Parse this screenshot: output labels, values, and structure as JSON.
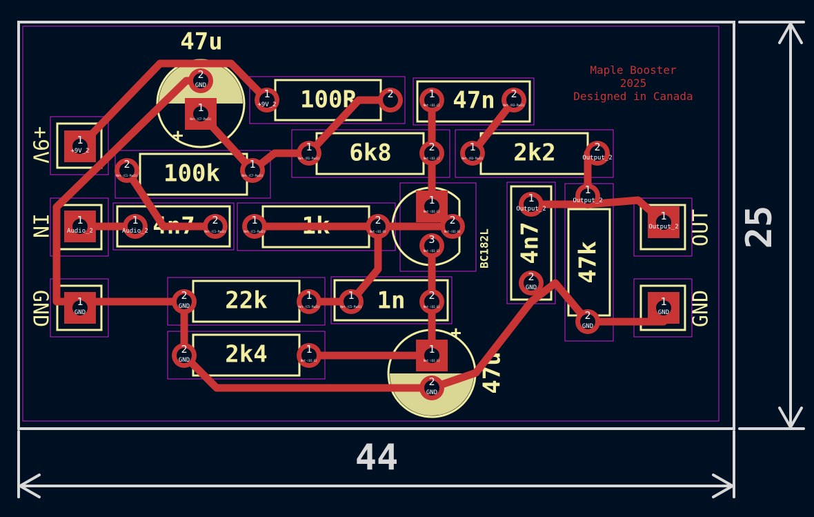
{
  "board": {
    "notes": [
      "Maple Booster",
      "2025",
      "Designed in Canada"
    ],
    "dim_width": "44",
    "dim_height": "25"
  },
  "connector_labels": {
    "v9": "+9V",
    "in": "IN",
    "gnd_left": "GND",
    "out": "OUT",
    "gnd_right": "GND"
  },
  "components": {
    "c_top": "47u",
    "r_100r": "100R",
    "c_47n": "47n",
    "r_6k8": "6k8",
    "r_2k2": "2k2",
    "r_100k": "100k",
    "c_4n7_h": "4n7",
    "r_1k": "1k",
    "transistor": "BC182L",
    "c_4n7_v": "4n7",
    "r_47k": "47k",
    "r_22k": "22k",
    "c_1n": "1n",
    "r_2k4": "2k4",
    "c_bottom": "47u"
  },
  "pads": {
    "j9v": {
      "num": "1",
      "net": "+9V_2"
    },
    "jin": {
      "num": "1",
      "net": "Audio_2"
    },
    "jgnd_l": {
      "num": "1",
      "net": "GND"
    },
    "jout": {
      "num": "1",
      "net": "Output_2"
    },
    "jgnd_r": {
      "num": "1",
      "net": "GND"
    },
    "ctop_2": {
      "num": "2",
      "net": "GND"
    },
    "ctop_1": {
      "num": "1",
      "net": "Net-(C7-Pad1)"
    },
    "r100_1": {
      "num": "1",
      "net": "+9V_2"
    },
    "r100_2": {
      "num": "2",
      "net": ""
    },
    "c47n_1": {
      "num": "1",
      "net": "Net-(Q1-C)"
    },
    "c47n_2": {
      "num": "2",
      "net": "Net-(R3-Pad1)"
    },
    "r6k8_1": {
      "num": "1",
      "net": "Net-(R1-Pad1)"
    },
    "r6k8_2": {
      "num": "2",
      "net": "Net-(Q1-C)"
    },
    "r2k2_1": {
      "num": "1",
      "net": "Net-(R3-Pad1)"
    },
    "r2k2_2": {
      "num": "2",
      "net": "Output_2"
    },
    "r100k_2": {
      "num": "2",
      "net": "Net-(C1-Pad1)"
    },
    "r100k_1": {
      "num": "1",
      "net": "Net-(C7-Pad1)"
    },
    "c4n7_1": {
      "num": "1",
      "net": "Audio_2"
    },
    "c4n7_2": {
      "num": "2",
      "net": "Net-(C1-Pad2)"
    },
    "r1k_1": {
      "num": "1",
      "net": "Net-(C1-Pad2)"
    },
    "r1k_2": {
      "num": "2",
      "net": "Net-(Q1-B)"
    },
    "q_1": {
      "num": "1",
      "net": "Net-(Q1-C)"
    },
    "q_2": {
      "num": "2",
      "net": "Net-(Q1-B)"
    },
    "q_3": {
      "num": "3",
      "net": "Net-(Q1-E)"
    },
    "c4n7v_1": {
      "num": "1",
      "net": "Output_2"
    },
    "c4n7v_2": {
      "num": "2",
      "net": "GND"
    },
    "r47k_1": {
      "num": "1",
      "net": "Output_2"
    },
    "r47k_2": {
      "num": "2",
      "net": "GND"
    },
    "r22k_2": {
      "num": "2",
      "net": "GND"
    },
    "r22k_1": {
      "num": "1",
      "net": "Net-(C5-Pad1)"
    },
    "c1n_1": {
      "num": "1",
      "net": "Net-(C5-Pad1)"
    },
    "c1n_2": {
      "num": "2",
      "net": "Net-(Q1-E)"
    },
    "r2k4_2": {
      "num": "2",
      "net": "GND"
    },
    "r2k4_1": {
      "num": "1",
      "net": "Net-(Q1-E)"
    },
    "cbot_1": {
      "num": "1",
      "net": "Net-(Q1-E)"
    },
    "cbot_2": {
      "num": "2",
      "net": "GND"
    }
  }
}
